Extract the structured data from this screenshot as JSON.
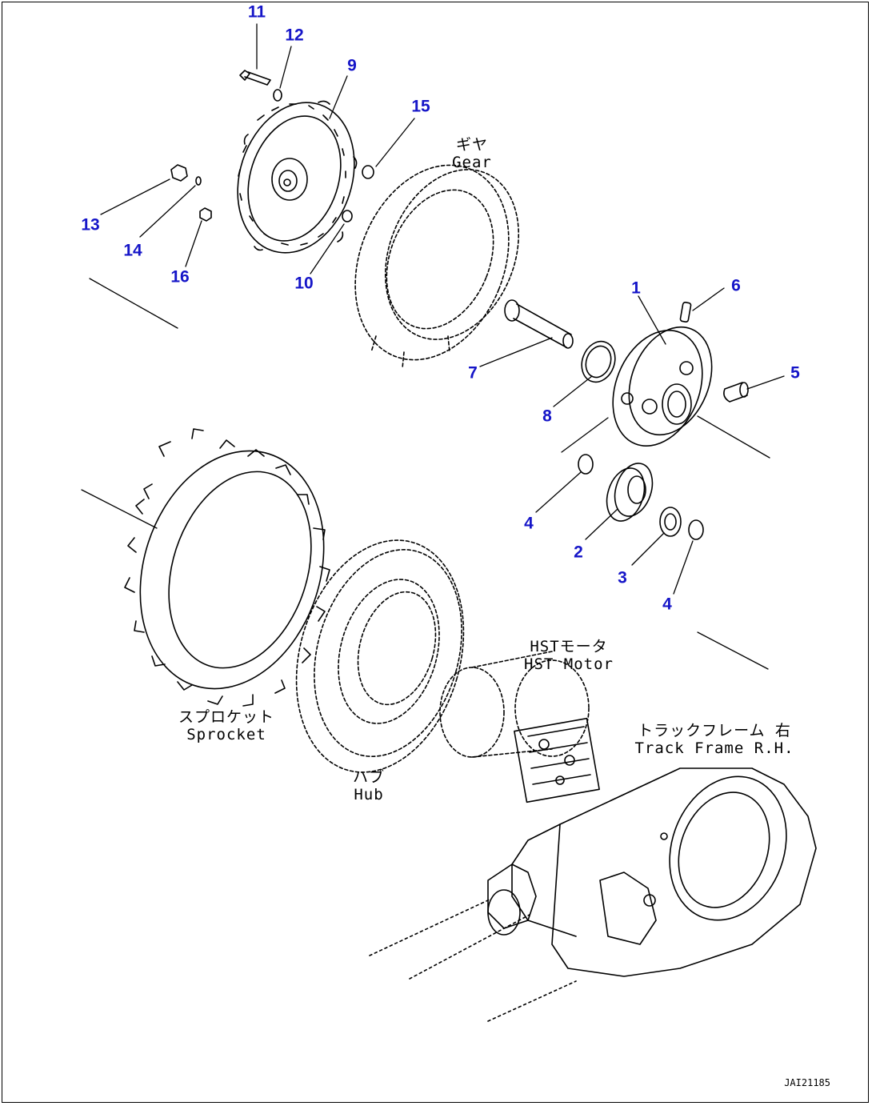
{
  "colors": {
    "callout": "#1515c8",
    "line": "#000000",
    "background": "#ffffff"
  },
  "callouts": [
    "11",
    "12",
    "9",
    "15",
    "13",
    "14",
    "16",
    "10",
    "1",
    "6",
    "5",
    "7",
    "8",
    "4",
    "2",
    "3",
    "4"
  ],
  "labels": {
    "gear": {
      "jp": "ギヤ",
      "en": "Gear"
    },
    "sprocket": {
      "jp": "スプロケット",
      "en": "Sprocket"
    },
    "hub": {
      "jp": "ハブ",
      "en": "Hub"
    },
    "hst_motor": {
      "jp": "HSTモータ",
      "en": "HST Motor"
    },
    "track_frame": {
      "jp": "トラックフレーム 右",
      "en": "Track Frame R.H."
    }
  },
  "figure_code": "JAI21185"
}
